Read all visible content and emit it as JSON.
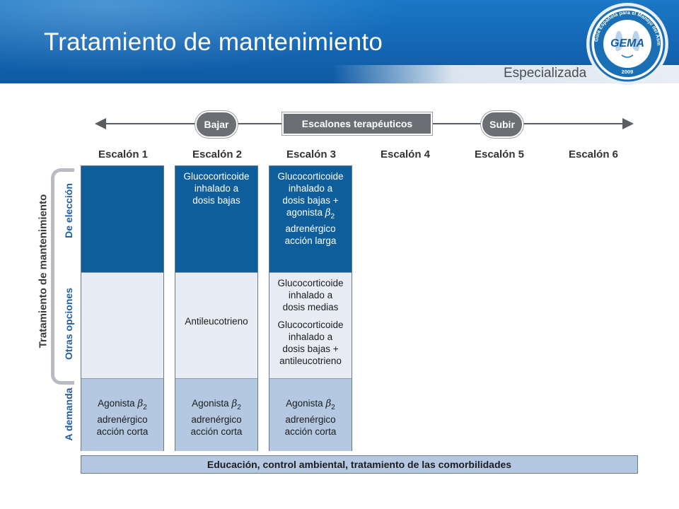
{
  "header": {
    "title": "Tratamiento de mantenimiento",
    "subtitle": "Especializada",
    "logo": {
      "ring_text": "Guía Española para el Manejo del Asma",
      "name": "GEMA",
      "year": "2009"
    }
  },
  "timeline": {
    "down_label": "Bajar",
    "center_label": "Escalones terapéuticos",
    "up_label": "Subir"
  },
  "steps": [
    "Escalón 1",
    "Escalón 2",
    "Escalón 3",
    "Escalón 4",
    "Escalón 5",
    "Escalón 6"
  ],
  "row_labels": {
    "outer": "Tratamiento de mantenimiento",
    "choice": "De elección",
    "other": "Otras opciones",
    "on_demand": "A demanda"
  },
  "columns": [
    {
      "choice": [],
      "other": [],
      "on_demand": [
        "Agonista β2",
        "adrenérgico",
        "acción corta"
      ]
    },
    {
      "choice": [
        "Glucocorticoide",
        "inhalado a",
        "dosis bajas"
      ],
      "other": [
        "Antileucotrieno"
      ],
      "on_demand": [
        "Agonista β2",
        "adrenérgico",
        "acción corta"
      ]
    },
    {
      "choice": [
        "Glucocorticoide",
        "inhalado a",
        "dosis bajas +",
        "agonista β2",
        "adrenérgico",
        "acción larga"
      ],
      "other": [
        "Glucocorticoide",
        "inhalado a",
        "dosis medias",
        "",
        "Glucocorticoide",
        "inhalado a",
        "dosis bajas +",
        "antileucotrieno"
      ],
      "on_demand": [
        "Agonista β2",
        "adrenérgico",
        "acción corta"
      ]
    }
  ],
  "footer_bar": "Educación, control ambiental, tratamiento de las comorbilidades",
  "colors": {
    "header_blue": "#1466b3",
    "choice_fill": "#0f5e9c",
    "other_fill": "#e8ecf5",
    "demand_fill": "#b4c8e2",
    "label_blue": "#1f5f9f",
    "pill_gray": "#6b6e72"
  }
}
